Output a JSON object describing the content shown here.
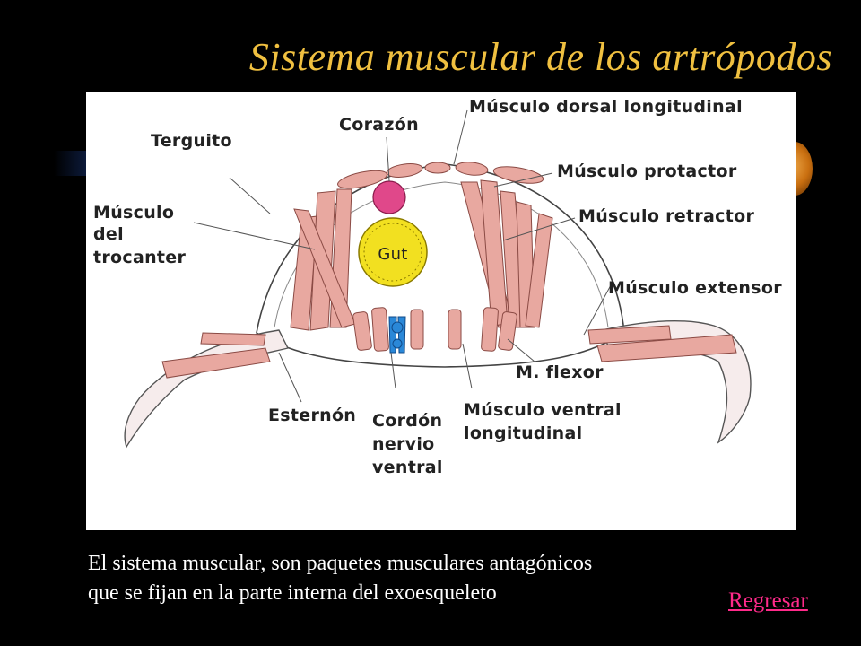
{
  "title": "Sistema muscular de los artrópodos",
  "labels": {
    "musculo_dorsal": "Músculo dorsal longitudinal",
    "corazon": "Corazón",
    "terguito": "Terguito",
    "musculo_protactor": "Músculo protactor",
    "musculo_del_trocanter": [
      "Músculo",
      "del",
      "trocanter"
    ],
    "musculo_retractor": "Músculo retractor",
    "gut": "Gut",
    "musculo_extensor": "Músculo extensor",
    "m_flexor": "M. flexor",
    "esternon": "Esternón",
    "cordon": [
      "Cordón",
      "nervio",
      "ventral"
    ],
    "musculo_ventral": [
      "Músculo ventral",
      "longitudinal"
    ]
  },
  "caption": [
    "El sistema muscular, son paquetes musculares antagónicos",
    "que se fijan en la parte interna del exoesqueleto"
  ],
  "back_link": "Regresar",
  "colors": {
    "title": "#f0c040",
    "muscle": "#e8a8a0",
    "heart": "#e0488a",
    "gut": "#f2e020",
    "nerve": "#2a88d8",
    "link": "#ff2a8a"
  }
}
